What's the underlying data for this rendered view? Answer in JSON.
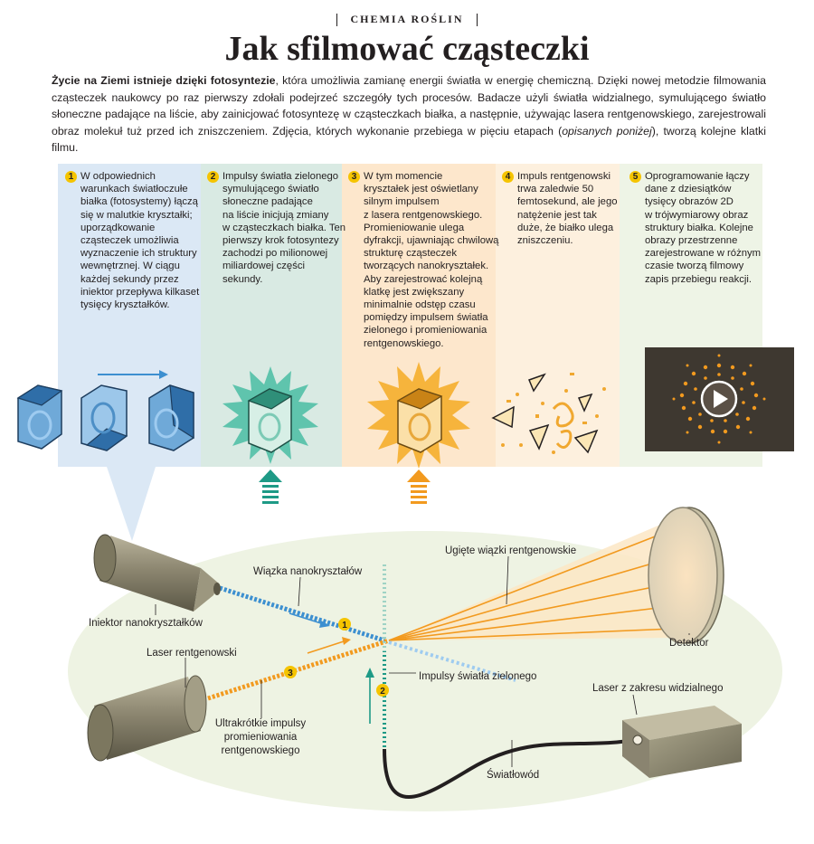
{
  "header": {
    "kicker": "CHEMIA ROŚLIN",
    "title": "Jak sfilmować cząsteczki"
  },
  "intro": {
    "lead_bold": "Życie na Ziemi istnieje dzięki fotosyntezie",
    "lead_rest": ", która umożliwia zamianę energii światła w energię chemiczną. Dzięki nowej metodzie filmowania cząsteczek naukowcy po raz pierwszy zdołali podejrzeć szczegóły tych procesów. Badacze użyli światła widzialnego, symulującego światło słoneczne padające na liście, aby zainicjować fotosyntezę w cząsteczkach białka, a następnie, używając lasera rentgenowskiego, zarejestrowali obraz molekuł tuż przed ich zniszczeniem. Zdjęcia, których wykonanie przebiega w pięciu etapach (",
    "italic": "opisanych poniżej",
    "tail": "), tworzą kolejne klatki filmu."
  },
  "steps": [
    {
      "num": "1",
      "lines": [
        "W odpowiednich",
        "warunkach światłoczułe",
        "białka (fotosystemy) łączą",
        "się w malutkie kryształki;",
        "uporządkowanie",
        "cząsteczek umożliwia",
        "wyznaczenie ich struktury",
        "wewnętrznej. W ciągu",
        "każdej sekundy przez",
        "iniektor przepływa kilkaset",
        "tysięcy kryształków."
      ]
    },
    {
      "num": "2",
      "lines": [
        "Impulsy światła zielonego",
        "symulującego światło",
        "słoneczne padające",
        "na liście inicjują zmiany",
        "w cząsteczkach białka. Ten",
        "pierwszy krok fotosyntezy",
        "zachodzi po milionowej",
        "miliardowej części",
        "sekundy."
      ]
    },
    {
      "num": "3",
      "lines": [
        "W tym momencie",
        "kryształek jest oświetlany",
        "silnym impulsem",
        "z lasera rentgenowskiego.",
        "Promieniowanie ulega",
        "dyfrakcji, ujawniając chwilową",
        "strukturę cząsteczek",
        "tworzących nanokryształek.",
        "Aby zarejestrować kolejną",
        "klatkę jest zwiększany",
        "minimalnie odstęp czasu",
        "pomiędzy impulsem światła",
        "zielonego i promieniowania",
        "rentgenowskiego."
      ]
    },
    {
      "num": "4",
      "lines": [
        "Impuls rentgenowski",
        "trwa zaledwie 50",
        "femtosekund, ale jego",
        "natężenie jest tak",
        "duże, że białko ulega",
        "zniszczeniu."
      ]
    },
    {
      "num": "5",
      "lines": [
        "Oprogramowanie łączy",
        "dane z dziesiątków",
        "tysięcy obrazów 2D",
        "w trójwymiarowy obraz",
        "struktury białka. Kolejne",
        "obrazy przestrzenne",
        "zarejestrowane w różnym",
        "czasie tworzą filmowy",
        "zapis przebiegu reakcji."
      ]
    }
  ],
  "diagram": {
    "labels": {
      "injector": "Iniektor nanokryształków",
      "beam": "Wiązka nanokryształów",
      "diffracted": "Ugięte wiązki rentgenowskie",
      "detector": "Detektor",
      "xlaser": "Laser rentgenowski",
      "green_pulses": "Impulsy światła zielonego",
      "xray_pulses": [
        "Ultrakrótkie impulsy",
        "promieniowania",
        "rentgenowskiego"
      ],
      "vis_laser": "Laser z zakresu widzialnego",
      "fiber": "Światłowód"
    },
    "markers": [
      "1",
      "2",
      "3"
    ]
  },
  "colors": {
    "panel1": "#dbe8f5",
    "panel2": "#d9eae3",
    "panel3": "#fde7cc",
    "panel4": "#fdf0de",
    "panel5": "#eef4e6",
    "badge": "#f5c400",
    "green": "#1e9a86",
    "orange": "#f29a1f",
    "blue": "#3c8fd0",
    "ellipse": "#eef3e3"
  }
}
